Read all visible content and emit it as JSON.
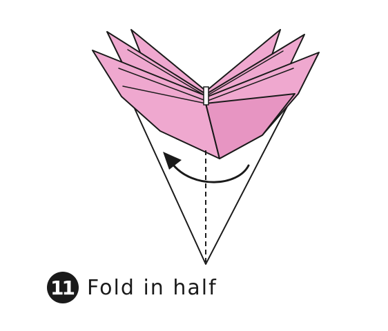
{
  "step": {
    "number": "11",
    "instruction": "Fold in half"
  },
  "colors": {
    "paper_pink": "#efa8cf",
    "paper_pink_shade": "#e795c2",
    "paper_white": "#ffffff",
    "outline": "#1a1a1a",
    "badge_bg": "#1a1a1a",
    "badge_text": "#ffffff"
  },
  "diagram": {
    "fold_line": "dashed-center-valley-fold",
    "arrow": "curved-arrow-right-to-left"
  }
}
